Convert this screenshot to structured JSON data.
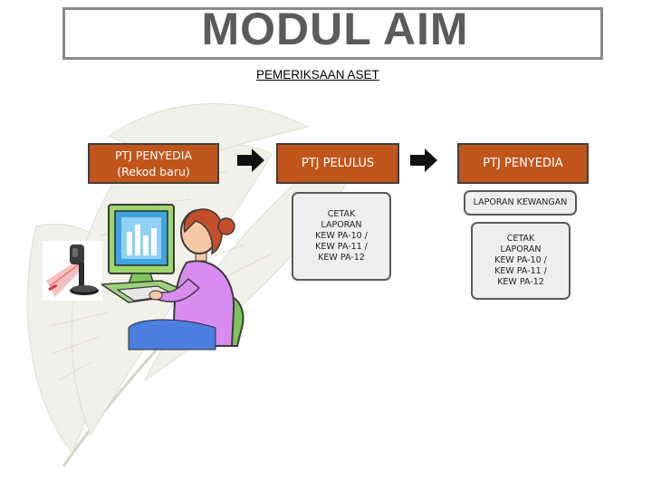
{
  "title": "MODUL AIM",
  "subtitle": "PEMERIKSAAN ASET",
  "flow": {
    "step1_line1": "PTJ PENYEDIA",
    "step1_line2": "(Rekod baru)",
    "step2": "PTJ PELULUS",
    "step3": "PTJ PENYEDIA"
  },
  "step2_note": [
    "CETAK",
    "LAPORAN",
    "KEW PA-10 /",
    "KEW PA-11 /",
    "KEW PA-12"
  ],
  "step3_report": "LAPORAN KEWANGAN",
  "step3_note": [
    "CETAK",
    "LAPORAN",
    "KEW PA-10 /",
    "KEW PA-11 /",
    "KEW PA-12"
  ],
  "colors": {
    "orange": "#c0561c",
    "title": "#5b5b5b",
    "box_fill": "#eeeeee"
  },
  "icons": [
    "feather-background",
    "barcode-scanner-icon",
    "computer-user-icon",
    "arrow-right-icon"
  ]
}
